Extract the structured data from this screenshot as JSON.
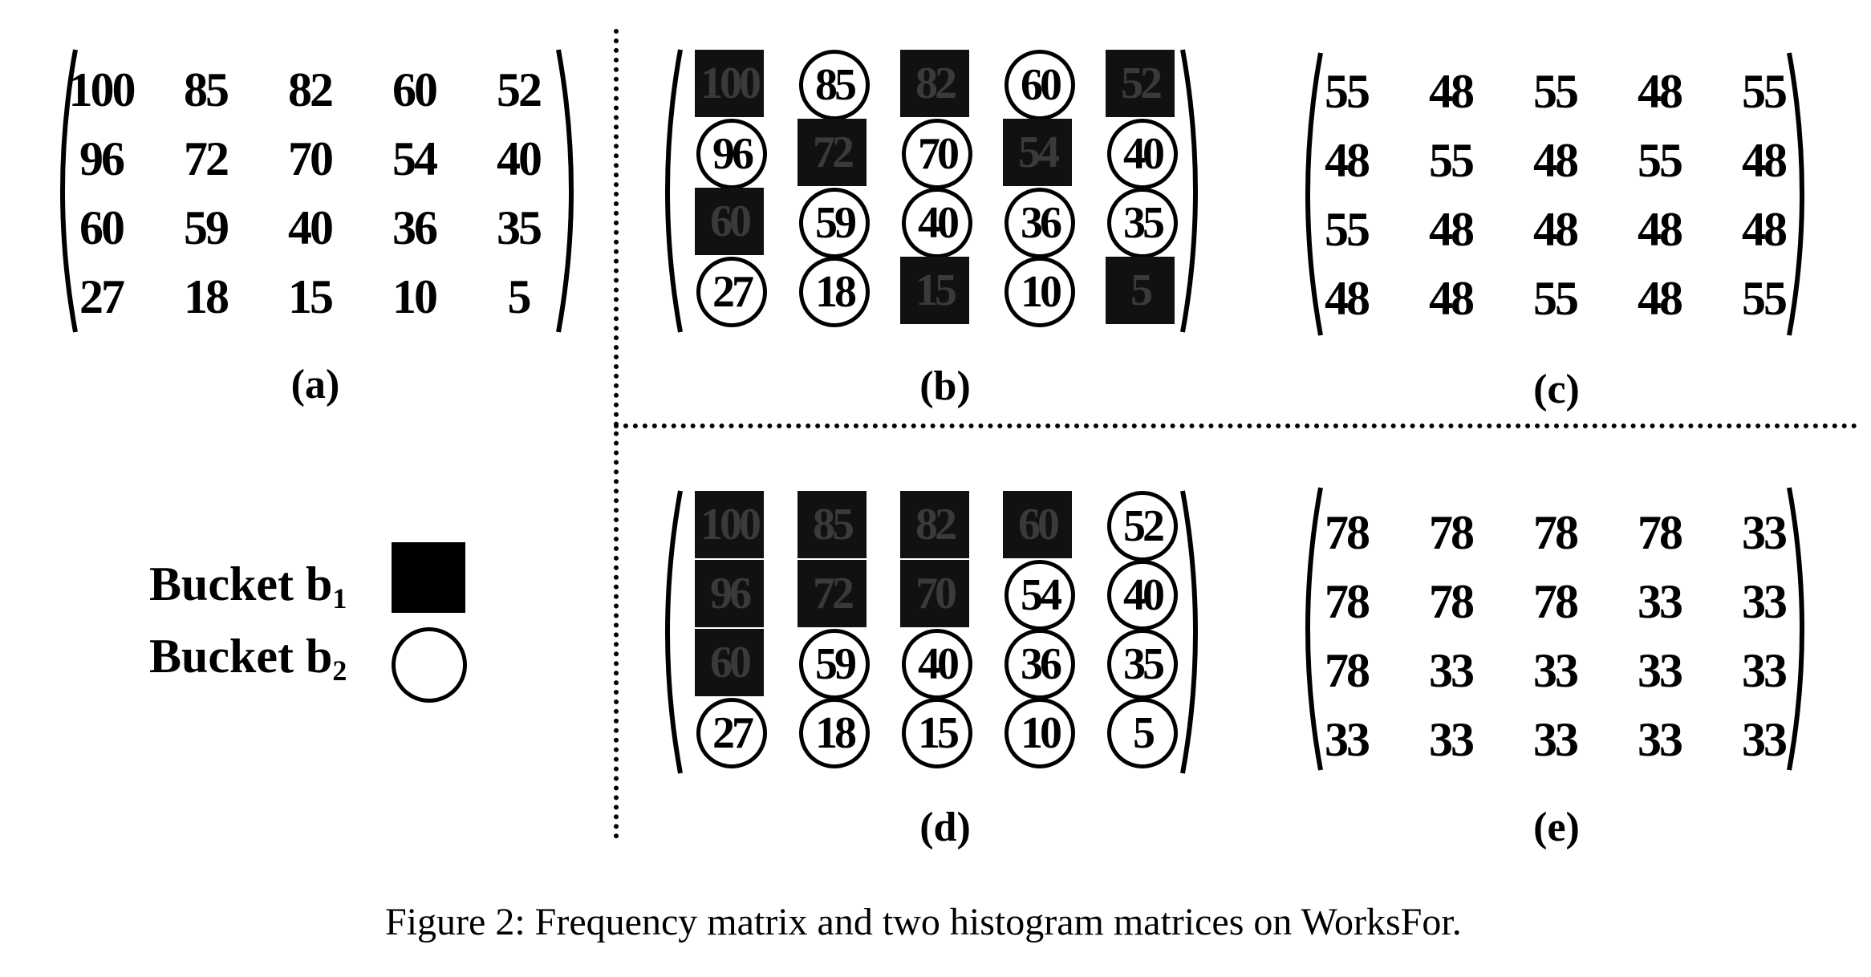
{
  "panels": {
    "a": {
      "label": "(a)",
      "rows": [
        [
          "100",
          "85",
          "82",
          "60",
          "52"
        ],
        [
          "96",
          "72",
          "70",
          "54",
          "40"
        ],
        [
          "60",
          "59",
          "40",
          "36",
          "35"
        ],
        [
          "27",
          "18",
          "15",
          "10",
          "5"
        ]
      ]
    },
    "b": {
      "label": "(b)",
      "rows": [
        [
          "100",
          "85",
          "82",
          "60",
          "52"
        ],
        [
          "96",
          "72",
          "70",
          "54",
          "40"
        ],
        [
          "60",
          "59",
          "40",
          "36",
          "35"
        ],
        [
          "27",
          "18",
          "15",
          "10",
          "5"
        ]
      ],
      "buckets": [
        [
          "b1",
          "b2",
          "b1",
          "b2",
          "b1"
        ],
        [
          "b2",
          "b1",
          "b2",
          "b1",
          "b2"
        ],
        [
          "b1",
          "b2",
          "b2",
          "b2",
          "b2"
        ],
        [
          "b2",
          "b2",
          "b1",
          "b2",
          "b1"
        ]
      ]
    },
    "c": {
      "label": "(c)",
      "rows": [
        [
          "55",
          "48",
          "55",
          "48",
          "55"
        ],
        [
          "48",
          "55",
          "48",
          "55",
          "48"
        ],
        [
          "55",
          "48",
          "48",
          "48",
          "48"
        ],
        [
          "48",
          "48",
          "55",
          "48",
          "55"
        ]
      ]
    },
    "d": {
      "label": "(d)",
      "rows": [
        [
          "100",
          "85",
          "82",
          "60",
          "52"
        ],
        [
          "96",
          "72",
          "70",
          "54",
          "40"
        ],
        [
          "60",
          "59",
          "40",
          "36",
          "35"
        ],
        [
          "27",
          "18",
          "15",
          "10",
          "5"
        ]
      ],
      "buckets": [
        [
          "b1",
          "b1",
          "b1",
          "b1",
          "b2"
        ],
        [
          "b1",
          "b1",
          "b1",
          "b2",
          "b2"
        ],
        [
          "b1",
          "b2",
          "b2",
          "b2",
          "b2"
        ],
        [
          "b2",
          "b2",
          "b2",
          "b2",
          "b2"
        ]
      ]
    },
    "e": {
      "label": "(e)",
      "rows": [
        [
          "78",
          "78",
          "78",
          "78",
          "33"
        ],
        [
          "78",
          "78",
          "78",
          "33",
          "33"
        ],
        [
          "78",
          "33",
          "33",
          "33",
          "33"
        ],
        [
          "33",
          "33",
          "33",
          "33",
          "33"
        ]
      ]
    }
  },
  "legend": {
    "b1_text": "Bucket b",
    "b1_sub": "1",
    "b2_text": "Bucket b",
    "b2_sub": "2"
  },
  "caption": "Figure 2: Frequency matrix and two histogram matrices on WorksFor."
}
